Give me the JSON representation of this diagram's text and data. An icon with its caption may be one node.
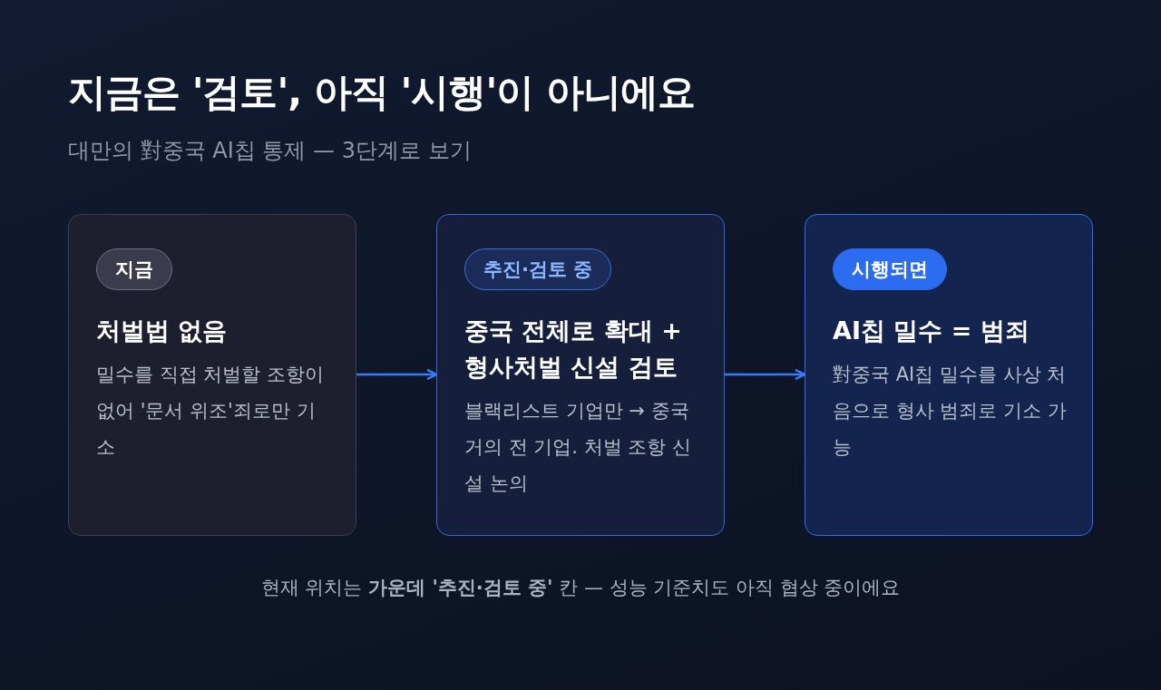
{
  "diagram": {
    "title": "지금은 **'검토'**, 아직 **'시행'**이 아니에요",
    "caption": "현재 위치는 **가운데 '추진·검토 중'** 칸 — 성능 기준치도 아직 협상 중이에요",
    "nodes": [
      {
        "text": [
          "처벌법 없음",
          "밀수를 직접 처벌할 조항이 없어 '문서 위조'죄로만 기소"
        ]
      },
      {
        "text": [
          "지금"
        ],
        "in": 0
      },
      {
        "text": [
          "중국 전체로 확대 + 형사처벌 신설 검토",
          "블랙리스트 기업만 → 중국 거의 전 기업. 처벌 조항 신설 논의"
        ]
      },
      {
        "text": [
          "추진·검토 중"
        ],
        "in": 2
      },
      {
        "text": [
          "AI칩 밀수 = 범죄",
          "對중국 AI칩 밀수를 사상 처음으로 형사 범죄로 기소 가능"
        ]
      },
      {
        "text": [
          "시행되면"
        ],
        "in": 4
      }
    ],
    "edges": [
      {
        "from": 0,
        "to": 2,
        "arrow": "to"
      },
      {
        "from": 2,
        "to": 4,
        "arrow": "to"
      }
    ],
    "labels": [
      "대만의 對중국 AI칩 통제 — 3단계로 보기"
    ]
  }
}
